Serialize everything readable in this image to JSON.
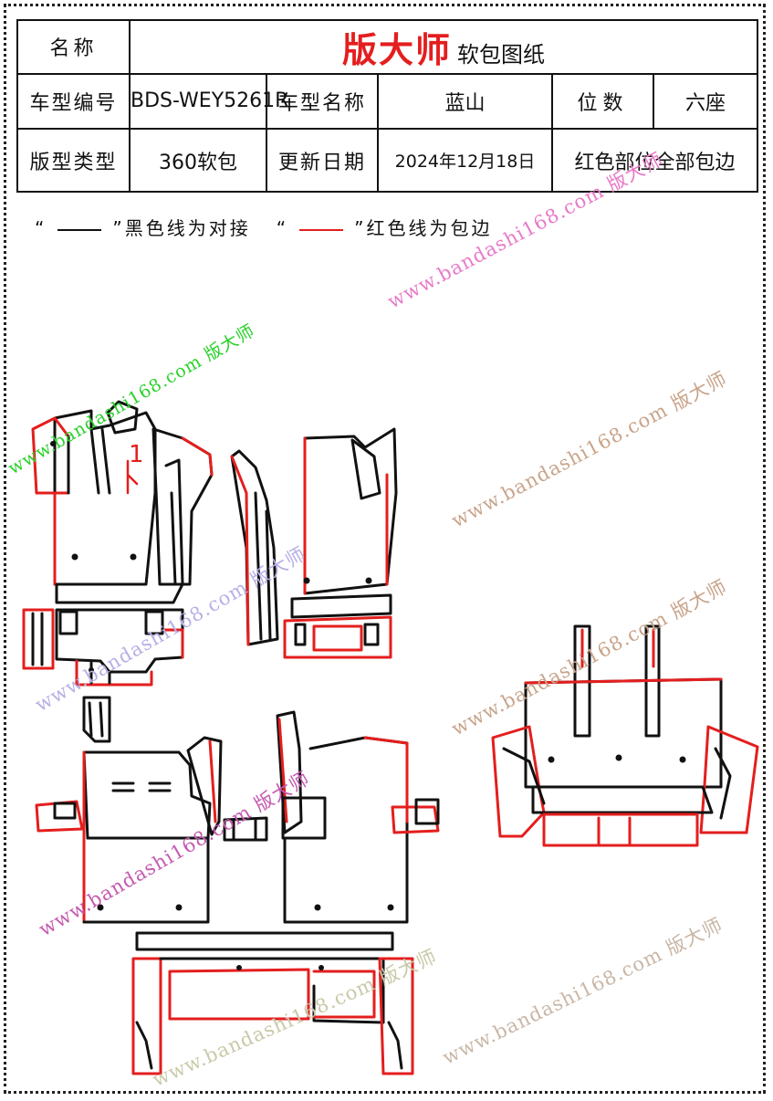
{
  "header": {
    "name_label": "名称",
    "brand": "版大师",
    "doc_title": "软包图纸",
    "model_code_label": "车型编号",
    "model_code": "BDS-WEY5261R",
    "model_name_label": "车型名称",
    "model_name": "蓝山",
    "seats_label": "位数",
    "seats": "六座",
    "type_label": "版型类型",
    "type": "360软包",
    "date_label": "更新日期",
    "date": "2024年12月18日",
    "note": "红色部位全部包边"
  },
  "legend": {
    "black_open": "“",
    "black_close": "”黑色线为对接",
    "red_open": "“",
    "red_close": "”红色线为包边"
  },
  "watermarks": [
    {
      "text": "www.bandashi168.com 版大师",
      "color": "#2ad12a"
    },
    {
      "text": "www.bandashi168.com 版大师",
      "color": "#e87ac8"
    },
    {
      "text": "www.bandashi168.com 版大师",
      "color": "#c9a48a"
    },
    {
      "text": "www.bandashi168.com 版大师",
      "color": "#b7b0e6"
    },
    {
      "text": "www.bandashi168.com 版大师",
      "color": "#c9a48a"
    },
    {
      "text": "www.bandashi168.com 版大师",
      "color": "#c55ab0"
    },
    {
      "text": "www.bandashi168.com 版大师",
      "color": "#c9b6a6"
    },
    {
      "text": "www.bandashi168.com 版大师",
      "color": "#c9b6a6"
    },
    {
      "text": "www.bandashi168.com 版大师",
      "color": "#c9c9a8"
    }
  ],
  "colors": {
    "seam": "#111111",
    "edge": "#e41e1e",
    "border": "#111111"
  },
  "panel_mark": "1"
}
